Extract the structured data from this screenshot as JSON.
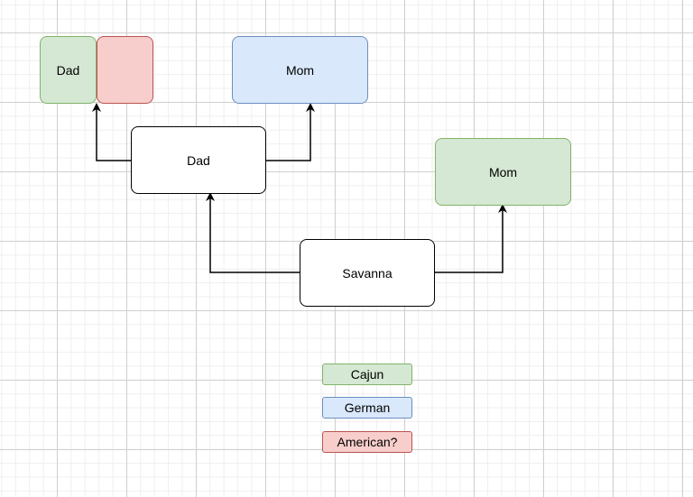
{
  "colors": {
    "cajun_fill": "#d5e8d4",
    "cajun_stroke": "#82b366",
    "german_fill": "#dae8fc",
    "german_stroke": "#6c8ebf",
    "american_fill": "#f8cecc",
    "american_stroke": "#b85450",
    "box_fill": "#ffffff",
    "box_stroke": "#000000"
  },
  "nodes": {
    "paternal_grandfather": {
      "label": "Dad"
    },
    "paternal_grandfather_red": {
      "label": ""
    },
    "paternal_grandmother": {
      "label": "Mom"
    },
    "father": {
      "label": "Dad"
    },
    "mother": {
      "label": "Mom"
    },
    "self": {
      "label": "Savanna"
    }
  },
  "legend": {
    "cajun": "Cajun",
    "german": "German",
    "american": "American?"
  }
}
